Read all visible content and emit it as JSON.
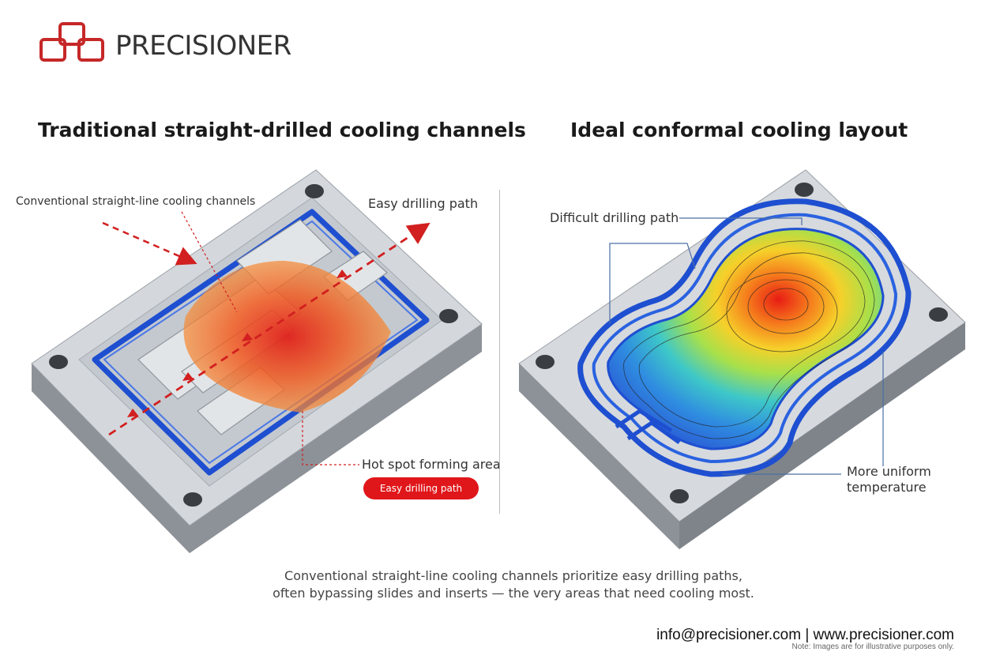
{
  "brand": {
    "name": "PRECISIONER",
    "color": "#c62828"
  },
  "left_panel": {
    "title": "Traditional straight-drilled cooling channels",
    "labels": {
      "conventional": "Conventional straight-line cooling channels",
      "easy_path": "Easy drilling path",
      "hot_spot": "Hot spot forming area",
      "pill": "Easy drilling path"
    }
  },
  "right_panel": {
    "title": "Ideal conformal cooling layout",
    "labels": {
      "difficult_path": "Difficult drilling path",
      "uniform_line1": "More uniform",
      "uniform_line2": "temperature"
    }
  },
  "caption": {
    "line1": "Conventional straight-line cooling channels prioritize easy drilling paths,",
    "line2": "often bypassing slides and inserts — the very areas that need cooling most."
  },
  "footer": {
    "contact": "info@precisioner.com | www.precisioner.com",
    "note": "Note: Images are for illustrative purposes only."
  },
  "colors": {
    "channel_blue": "#1e4fd1",
    "arrow_red": "#d21f1f",
    "pill_red": "#e0171a"
  }
}
